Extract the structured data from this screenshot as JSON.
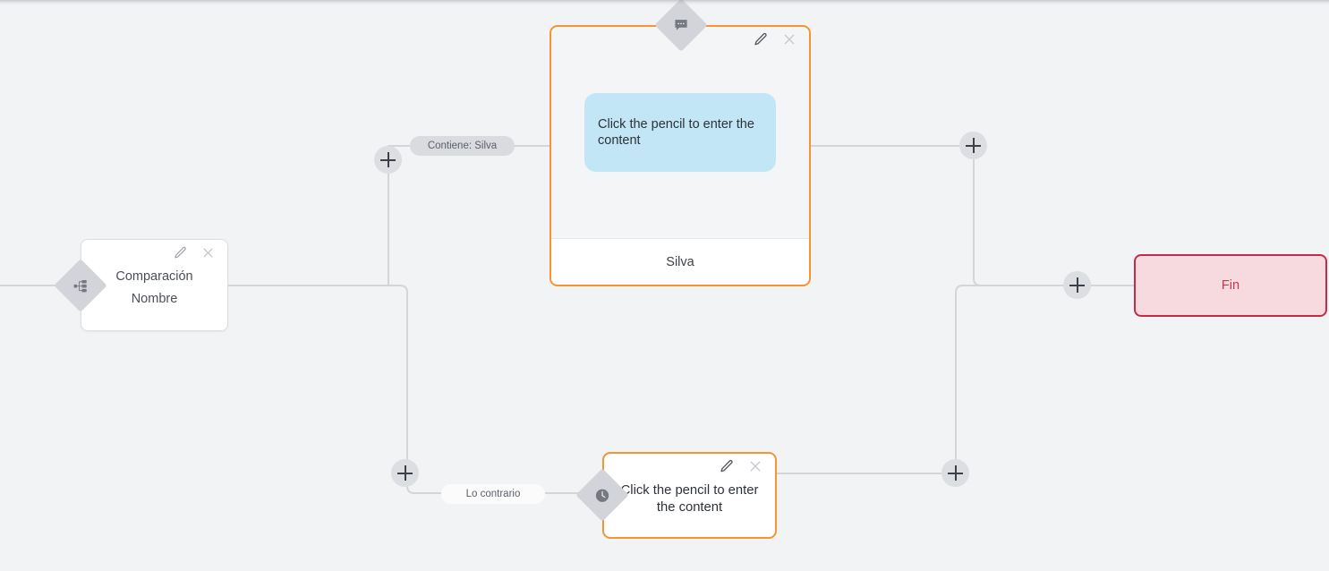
{
  "canvas": {
    "background_color": "#f2f3f5",
    "edge_color": "#d3d5d9"
  },
  "nodes": {
    "comparison": {
      "title": "Comparación",
      "subtitle": "Nombre",
      "badge_icon": "sitemap-icon",
      "edit_icon": "pencil-icon",
      "close_icon": "close-icon",
      "border_color": "#dcdee2",
      "background_color": "#ffffff"
    },
    "message_card": {
      "badge_icon": "chat-bubble-icon",
      "edit_icon": "pencil-icon",
      "close_icon": "close-icon",
      "bubble_text": "Click the pencil to enter the content",
      "bubble_color": "#c3e6f7",
      "footer_label": "Silva",
      "border_color": "#f79432"
    },
    "alternate_card": {
      "badge_icon": "clock-icon",
      "edit_icon": "pencil-icon",
      "close_icon": "close-icon",
      "text": "Click the pencil to enter the content",
      "border_color": "#f79432"
    },
    "end": {
      "label": "Fin",
      "background_color": "#f6dadf",
      "border_color": "#c32b48",
      "text_color": "#c0394f"
    }
  },
  "edge_labels": [
    {
      "id": "contiene-silva",
      "text": "Contiene: Silva",
      "style": "grey"
    },
    {
      "id": "lo-contrario",
      "text": "Lo contrario",
      "style": "white"
    }
  ],
  "add_buttons": [
    {
      "id": "add-branch-true",
      "icon": "plus-icon"
    },
    {
      "id": "add-branch-false",
      "icon": "plus-icon"
    },
    {
      "id": "add-after-message",
      "icon": "plus-icon"
    },
    {
      "id": "add-after-alternate",
      "icon": "plus-icon"
    },
    {
      "id": "add-before-end",
      "icon": "plus-icon"
    }
  ]
}
